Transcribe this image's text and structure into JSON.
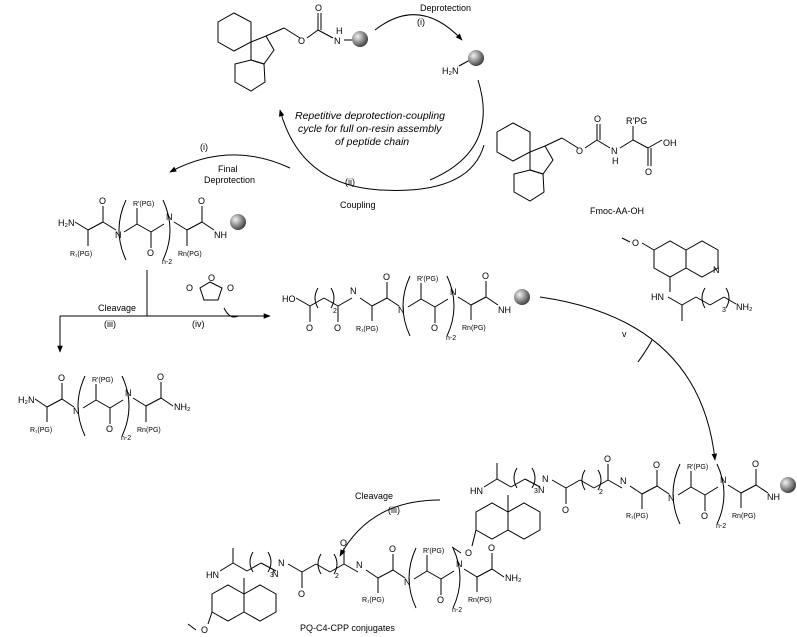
{
  "steps": {
    "deprotection_top": "Deprotection",
    "step_i": "(i)",
    "step_ii": "(ii)",
    "coupling": "Coupling",
    "final_deprotection_1": "Final",
    "final_deprotection_2": "Deprotection",
    "step_i_left": "(i)",
    "cleavage_1": "Cleavage",
    "step_iii_1": "(iii)",
    "step_iv": "(iv)",
    "step_v": "v",
    "cleavage_2": "Cleavage",
    "step_iii_2": "(iii)"
  },
  "cycle_text": {
    "line1": "Repetitive deprotection-coupling",
    "line2": "cycle for full on-resin assembly",
    "line3": "of peptide chain"
  },
  "compounds": {
    "fmoc_aa_oh": "Fmoc-AA-OH",
    "pq_c4_cpp": "PQ-C4-CPP conjugates"
  },
  "atom_labels": {
    "O": "O",
    "H": "H",
    "N": "N",
    "NH": "NH",
    "HN": "HN",
    "H2N": "H₂N",
    "NH2": "NH₂",
    "OH": "OH",
    "HO": "HO",
    "RPG": "R'PG",
    "R_PG": "R'(PG)",
    "R1PG": "R₁(PG)",
    "RnPG": "Rn(PG)",
    "n2": "n-2",
    "sub2": "2",
    "sub3": "3"
  },
  "colors": {
    "resin_bead_light": "#f2f2f2",
    "resin_bead_dark": "#3a3a3a"
  }
}
